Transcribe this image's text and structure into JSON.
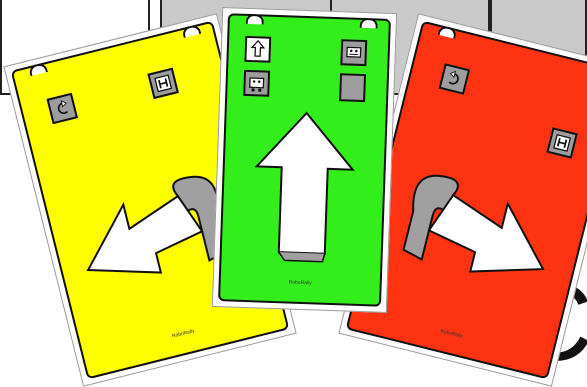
{
  "cards": [
    {
      "id": "left-card",
      "color": "#ffff00",
      "action": "rotate-left",
      "brand": "RoboRally"
    },
    {
      "id": "center-card",
      "color": "#33ee1a",
      "action": "move-forward",
      "brand": "RoboRally"
    },
    {
      "id": "right-card",
      "color": "#ff3311",
      "action": "rotate-right",
      "brand": "RoboRally"
    }
  ],
  "background_glyph": "C",
  "icons": [
    "turn-left-icon",
    "turn-right-icon",
    "up-arrow-icon",
    "robot-icon",
    "h-icon",
    "big-arrow-icon"
  ]
}
